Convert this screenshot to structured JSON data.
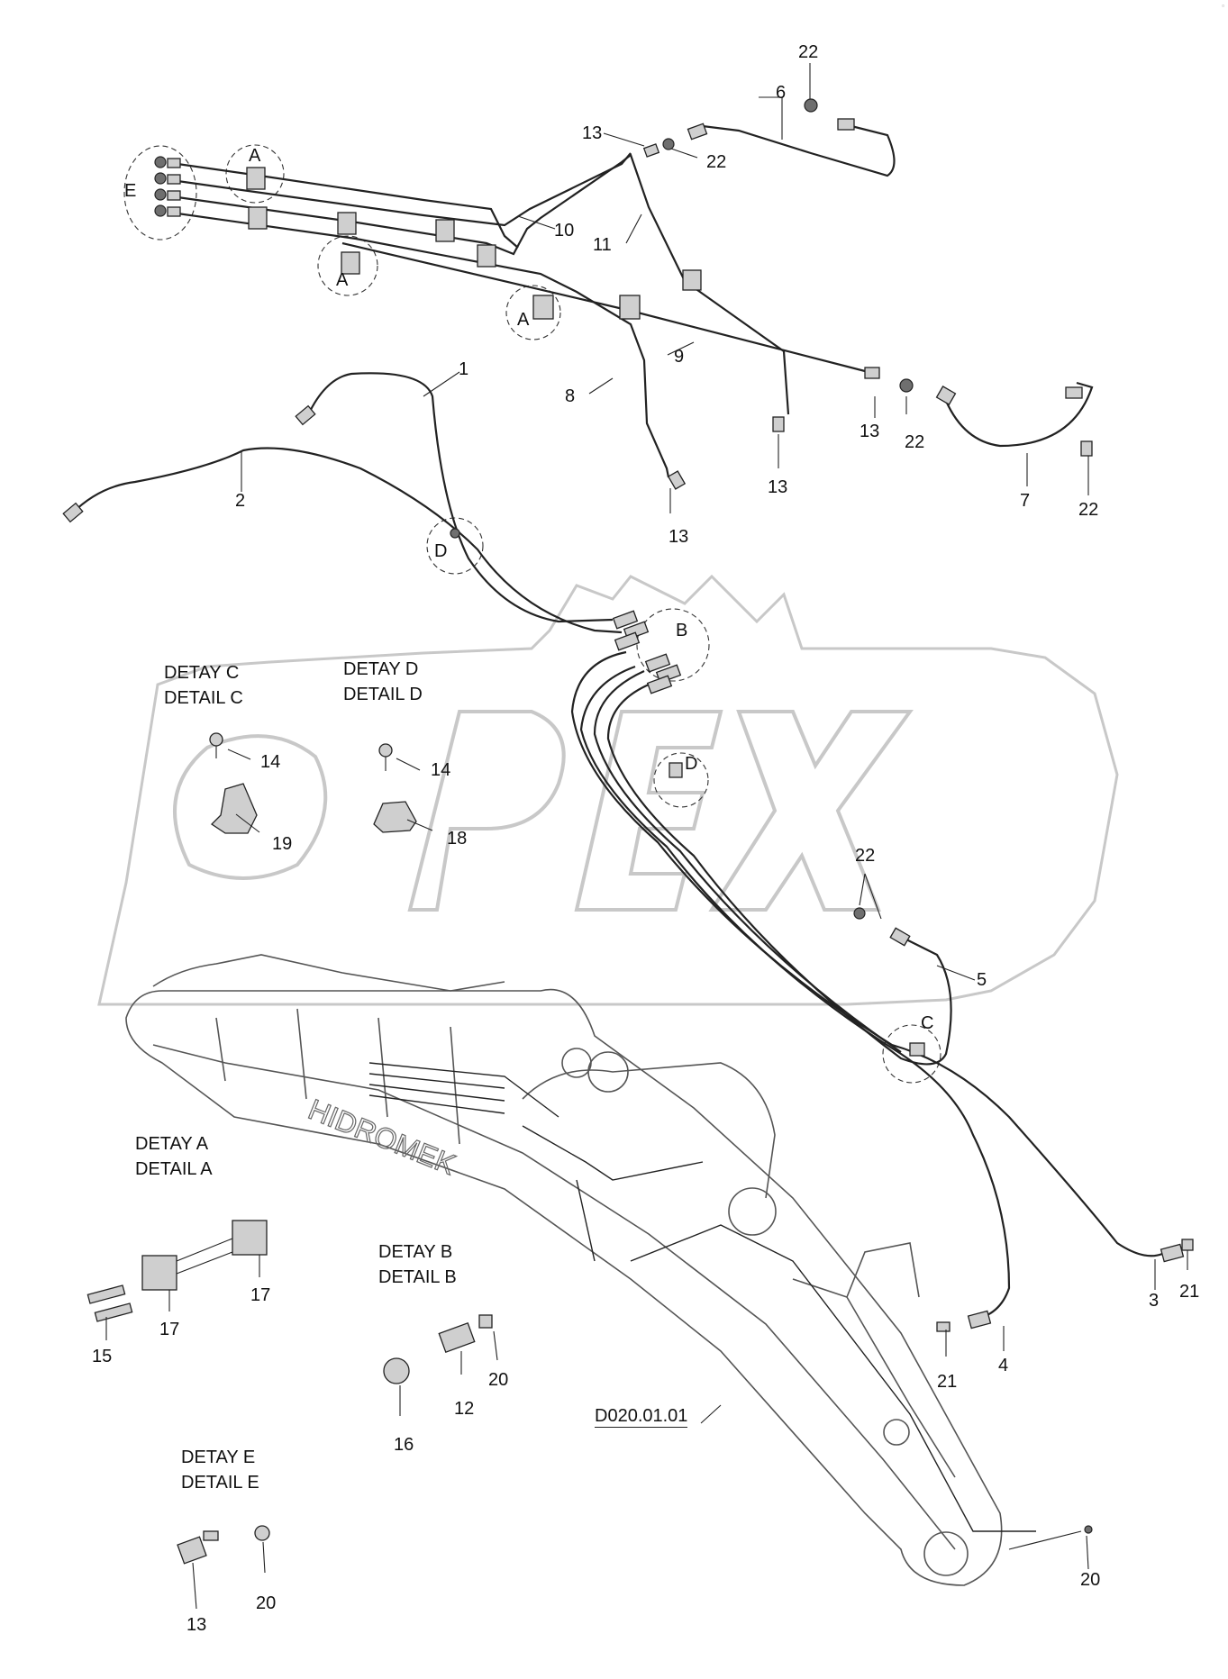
{
  "watermark": {
    "text": "OPEX",
    "color": "#c8c8c8"
  },
  "corner_mark": "▫",
  "reference_code": "D020.01.01",
  "details": {
    "c": {
      "tr": "DETAY C",
      "en": "DETAIL C"
    },
    "d": {
      "tr": "DETAY D",
      "en": "DETAIL D"
    },
    "a": {
      "tr": "DETAY A",
      "en": "DETAIL A"
    },
    "b": {
      "tr": "DETAY B",
      "en": "DETAIL B"
    },
    "e": {
      "tr": "DETAY E",
      "en": "DETAIL E"
    }
  },
  "circle_labels": {
    "a1": "A",
    "a2": "A",
    "a3": "A",
    "e": "E",
    "b": "B",
    "c": "C",
    "d1": "D",
    "d2": "D"
  },
  "boom_brand": "HIDROMEK",
  "part_numbers": {
    "p22_top": "22",
    "p6": "6",
    "p13_top": "13",
    "p22_mid": "22",
    "p10": "10",
    "p11": "11",
    "p9": "9",
    "p8": "8",
    "p1": "1",
    "p2": "2",
    "p13_a": "13",
    "p13_b": "13",
    "p22_b": "22",
    "p13_c": "13",
    "p7": "7",
    "p22_c": "22",
    "p14_c": "14",
    "p19": "19",
    "p14_d": "14",
    "p18": "18",
    "p22_d": "22",
    "p5": "5",
    "p3": "3",
    "p21_a": "21",
    "p21_b": "21",
    "p4": "4",
    "p17_a": "17",
    "p17_b": "17",
    "p15": "15",
    "p20_a": "20",
    "p12": "12",
    "p16": "16",
    "p20_b": "20",
    "p13_e": "13",
    "p20_c": "20"
  }
}
